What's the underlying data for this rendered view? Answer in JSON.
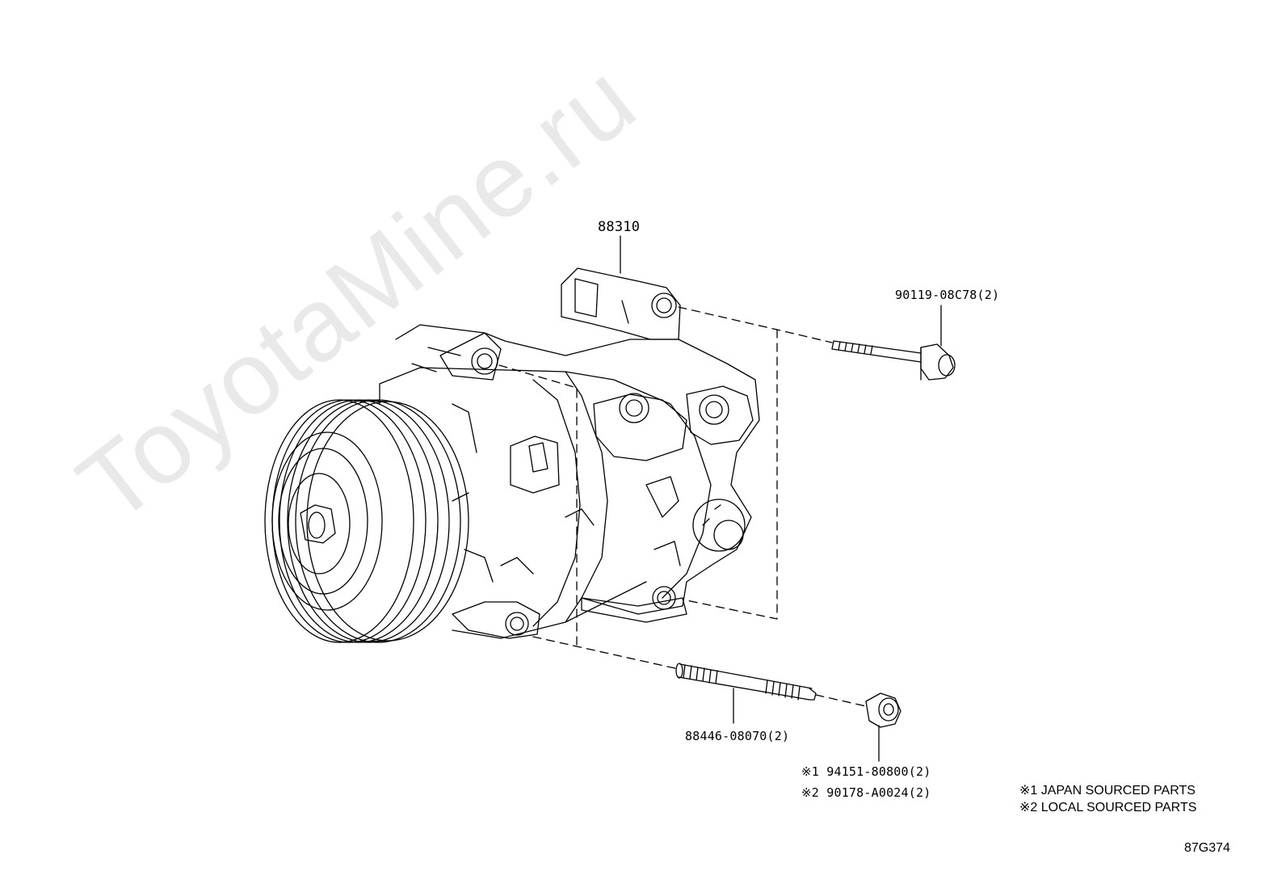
{
  "watermark": "ToyotaMine.ru",
  "callouts": {
    "compressor": "88310",
    "upper_bolt": "90119-08C78(2)",
    "stud": "88446-08070(2)",
    "nut_jp": "※1 94151-80800(2)",
    "nut_local": "※2 90178-A0024(2)"
  },
  "legend": {
    "line1": "※1 JAPAN SOURCED PARTS",
    "line2": "※2 LOCAL SOURCED PARTS"
  },
  "illustration_id": "87G374",
  "colors": {
    "ink": "#000000",
    "watermark": "#e9e9e9",
    "background": "#ffffff"
  }
}
